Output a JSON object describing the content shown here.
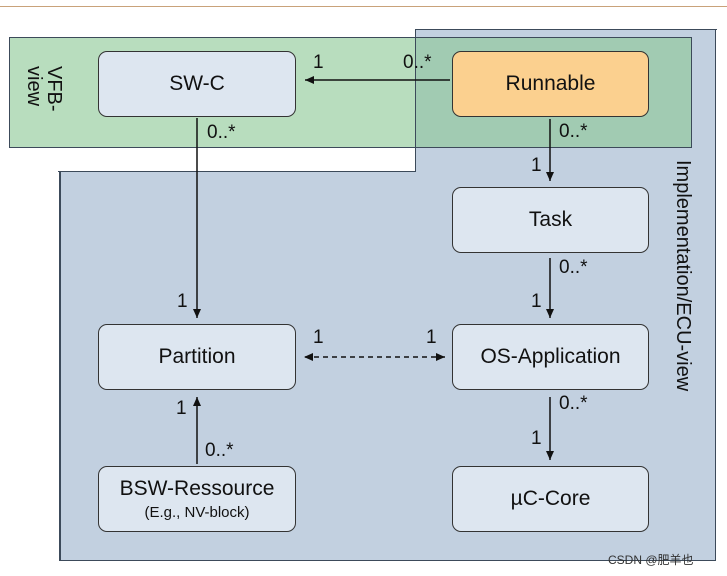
{
  "regions": {
    "vfb_view": "VFB-\nview",
    "impl_view": "Implementation/ECU-view"
  },
  "boxes": {
    "swc": "SW-C",
    "runnable": "Runnable",
    "task": "Task",
    "partition": "Partition",
    "os_application": "OS-Application",
    "bsw_resource": "BSW-Ressource",
    "bsw_resource_sub": "(E.g., NV-block)",
    "uc_core": "µC-Core"
  },
  "multiplicities": {
    "runnable_to_swc_near_swc": "1",
    "runnable_to_swc_near_runnable": "0..*",
    "swc_to_partition_near_swc": "0..*",
    "swc_to_partition_near_partition": "1",
    "runnable_to_task_near_runnable": "0..*",
    "runnable_to_task_near_task": "1",
    "task_to_osapp_near_task": "0..*",
    "task_to_osapp_near_osapp": "1",
    "partition_osapp_near_partition": "1",
    "partition_osapp_near_osapp": "1",
    "bsw_to_partition_near_partition": "1",
    "bsw_to_partition_near_bsw": "0..*",
    "osapp_to_core_near_osapp": "0..*",
    "osapp_to_core_near_core": "1"
  },
  "watermark": "CSDN @肥羊也"
}
